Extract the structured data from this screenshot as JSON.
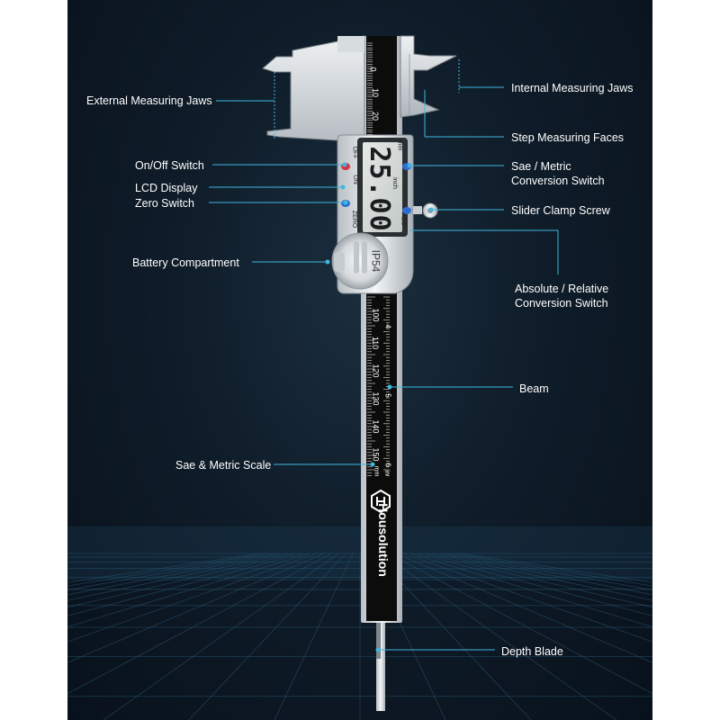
{
  "brand": "Housolution",
  "lcd_reading": "25.00",
  "lcd_units": {
    "mm": "mm",
    "inch": "inch"
  },
  "body_marks": {
    "off": "OFF",
    "on": "ON",
    "zero": "ZERO",
    "abs": "ABS",
    "ip": "IP54"
  },
  "scale_units": {
    "in": "in",
    "mm": "mm"
  },
  "metric_numbers_top": [
    "0",
    "10",
    "20"
  ],
  "metric_numbers_bottom": [
    "100",
    "110",
    "120",
    "130",
    "140",
    "150"
  ],
  "inch_numbers_bottom": [
    "4",
    "5",
    "6"
  ],
  "labels": {
    "external_jaws": "External Measuring Jaws",
    "internal_jaws": "Internal Measuring Jaws",
    "step_faces": "Step Measuring Faces",
    "on_off": "On/Off Switch",
    "sae_metric_switch": [
      "Sae / Metric",
      "Conversion Switch"
    ],
    "lcd_display": "LCD Display",
    "zero_switch": "Zero Switch",
    "clamp_screw": "Slider Clamp Screw",
    "battery": "Battery Compartment",
    "abs_rel_switch": [
      "Absolute / Relative",
      "Conversion Switch"
    ],
    "beam": "Beam",
    "scale": "Sae & Metric Scale",
    "depth_blade": "Depth Blade"
  },
  "colors": {
    "leader": "#3fb7e0",
    "background": "#0d1a27",
    "label": "#ffffff"
  }
}
